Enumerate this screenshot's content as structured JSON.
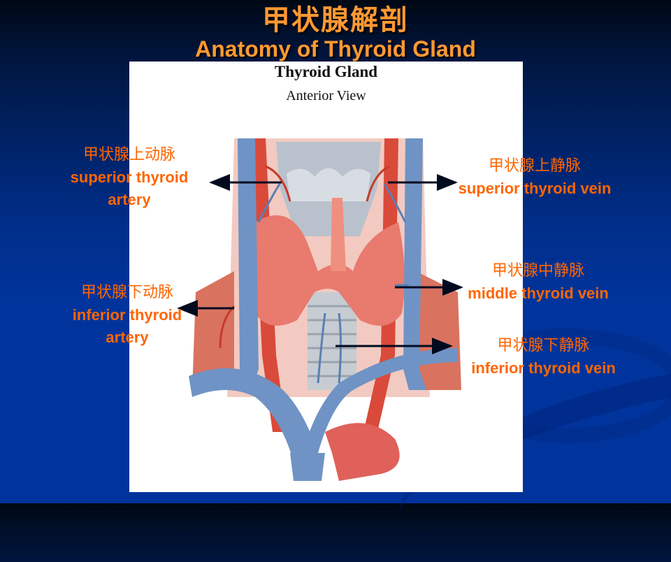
{
  "slide": {
    "title_cn": "甲状腺解剖",
    "title_en": "Anatomy of Thyroid Gland",
    "colors": {
      "title": "#ff9933",
      "label": "#ff6600",
      "background_top": "#000814",
      "background_bottom": "#00349c"
    }
  },
  "figure": {
    "title": "Thyroid Gland",
    "subtitle": "Anterior View"
  },
  "labels": [
    {
      "cn": "甲状腺上动脉",
      "en": "superior thyroid",
      "en2": "artery"
    },
    {
      "cn": "甲状腺上静脉",
      "en": "superior thyroid vein"
    },
    {
      "cn": "甲状腺中静脉",
      "en": "middle thyroid vein"
    },
    {
      "cn": "甲状腺下动脉",
      "en": "inferior thyroid",
      "en2": "artery"
    },
    {
      "cn": "甲状腺下静脉",
      "en": "inferior thyroid vein"
    }
  ]
}
